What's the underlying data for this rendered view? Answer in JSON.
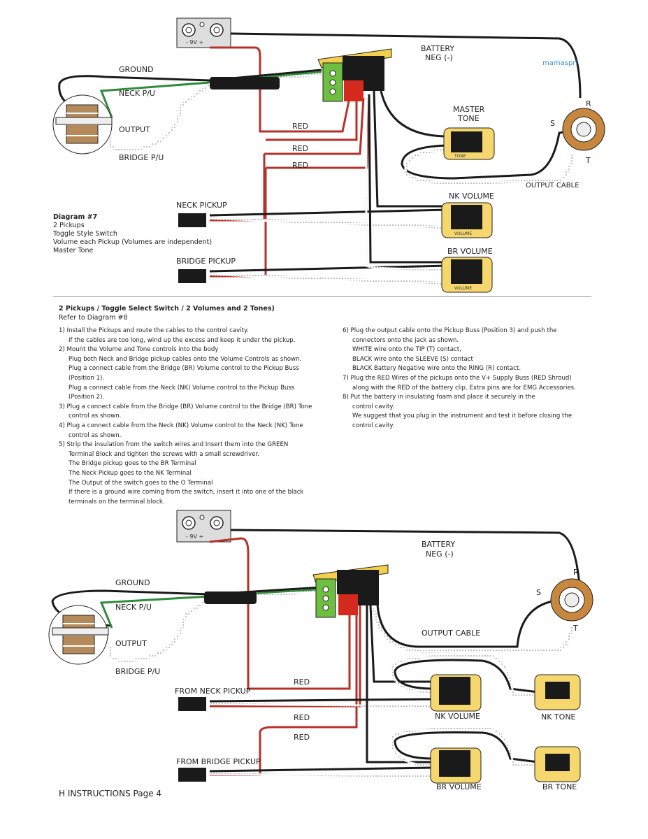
{
  "diagram7": {
    "labels": {
      "ground": "GROUND",
      "neck_pu": "NECK P/U",
      "output": "OUTPUT",
      "bridge_pu": "BRIDGE P/U",
      "red1": "RED",
      "red2": "RED",
      "red3": "RED",
      "battery": "BATTERY",
      "neg": "NEG (-)",
      "master": "MASTER",
      "tone": "TONE",
      "output_cable": "OUTPUT CABLE",
      "nk_volume": "NK VOLUME",
      "br_volume": "BR VOLUME",
      "neck_pickup": "NECK PICKUP",
      "bridge_pickup": "BRIDGE PICKUP",
      "r": "R",
      "s": "S",
      "t": "T",
      "nine_v": "-  9V  +",
      "watermark": "mamaspri"
    },
    "caption": {
      "title": "Diagram #7",
      "lines": [
        "2 Pickups",
        "Toggle Style Switch",
        "Volume each Pickup (Volumes are independent)",
        "Master Tone"
      ]
    }
  },
  "section": {
    "title": "2 Pickups / Toggle Select Switch / 2  Volumes and 2 Tones)",
    "subtitle": "Refer to Diagram #8",
    "col1": [
      {
        "t": "1) Install the Pickups and route the cables to the control cavity.",
        "ind": false
      },
      {
        "t": "If  the cables are too long, wind up the excess and keep it under the pickup.",
        "ind": true
      },
      {
        "t": "2) Mount the Volume and Tone controls into the body",
        "ind": false
      },
      {
        "t": "Plug both Neck and Bridge pickup cables onto the Volume Controls as shown.",
        "ind": true
      },
      {
        "t": "Plug a connect cable from the Bridge (BR) Volume control to the Pickup Buss",
        "ind": true
      },
      {
        "t": "(Position 1).",
        "ind": true
      },
      {
        "t": "Plug a connect cable from the Neck (NK) Volume control to the Pickup Buss",
        "ind": true
      },
      {
        "t": "(Position 2).",
        "ind": true
      },
      {
        "t": "3) Plug a connect cable from the Bridge (BR) Volume control to the Bridge (BR) Tone",
        "ind": false
      },
      {
        "t": "control as shown.",
        "ind": true
      },
      {
        "t": "4) Plug a connect cable from the Neck (NK) Volume control to the Neck (NK) Tone",
        "ind": false
      },
      {
        "t": "control as shown.",
        "ind": true
      },
      {
        "t": "5) Strip the insulation from the switch wires and Insert them into the GREEN",
        "ind": false
      },
      {
        "t": "Terminal Block and tighten the screws with a small screwdriver.",
        "ind": true
      },
      {
        "t": "The Bridge pickup goes to the BR Terminal",
        "ind": true
      },
      {
        "t": "The Neck Pickup goes to the NK Terminal",
        "ind": true
      },
      {
        "t": "The Output of the switch goes to the O Terminal",
        "ind": true
      },
      {
        "t": "If there is a ground wire coming from the switch, insert it into one of the black",
        "ind": true
      },
      {
        "t": "terminals on the terminal block.",
        "ind": true
      }
    ],
    "col2": [
      {
        "t": "6) Plug the output cable onto the Pickup Buss (Position 3) and push the",
        "ind": false
      },
      {
        "t": "connectors onto the jack as shown.",
        "ind": true
      },
      {
        "t": "WHITE wire onto the TIP (T) contact,",
        "ind": true
      },
      {
        "t": "BLACK wire onto the SLEEVE (S) contact",
        "ind": true
      },
      {
        "t": "BLACK Battery Negative wire onto the RING (R) contact.",
        "ind": true
      },
      {
        "t": "7) Plug the RED Wires of the pickups onto the V+ Supply Buss (RED Shroud)",
        "ind": false
      },
      {
        "t": "along with the RED of the battery clip. Extra pins are for EMG Accessories.",
        "ind": true
      },
      {
        "t": "8) Put the battery in insulating foam and place it securely in the",
        "ind": false
      },
      {
        "t": "control cavity.",
        "ind": true
      },
      {
        "t": "We suggest that you plug in the instrument and test it before closing the",
        "ind": true
      },
      {
        "t": "control cavity.",
        "ind": true
      }
    ]
  },
  "diagram8": {
    "labels": {
      "ground": "GROUND",
      "neck_pu": "NECK P/U",
      "output": "OUTPUT",
      "bridge_pu": "BRIDGE P/U",
      "red1": "RED",
      "red2": "RED",
      "red3": "RED",
      "battery": "BATTERY",
      "neg": "NEG (-)",
      "output_cable": "OUTPUT CABLE",
      "from_neck": "FROM NECK PICKUP",
      "from_bridge": "FROM BRIDGE PICKUP",
      "nk_volume": "NK VOLUME",
      "nk_tone": "NK TONE",
      "br_volume": "BR VOLUME",
      "br_tone": "BR TONE",
      "r": "R",
      "s": "S",
      "t": "T",
      "nine_v": "-  9V  +"
    }
  },
  "footer": "H INSTRUCTIONS Page 4",
  "colors": {
    "wire_red": "#b5322a",
    "wire_black": "#1a1a1a",
    "wire_green": "#2e8b3a",
    "pot_yellow": "#f5d76e",
    "terminal_green": "#6cbf3f",
    "shroud_red": "#d42a1e"
  }
}
